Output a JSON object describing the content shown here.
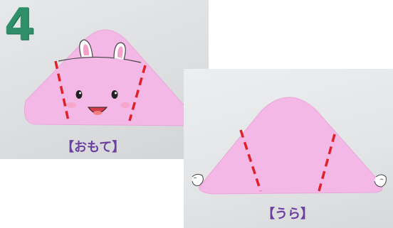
{
  "step": {
    "number": "4"
  },
  "front": {
    "caption": "【おもて】"
  },
  "back": {
    "caption": "【うら】"
  },
  "colors": {
    "paper_pink": "#f4b8e6",
    "fold_dash": "#e0202a",
    "caption_purple": "#6b3fa0",
    "step_green": "#2f8f6a"
  }
}
